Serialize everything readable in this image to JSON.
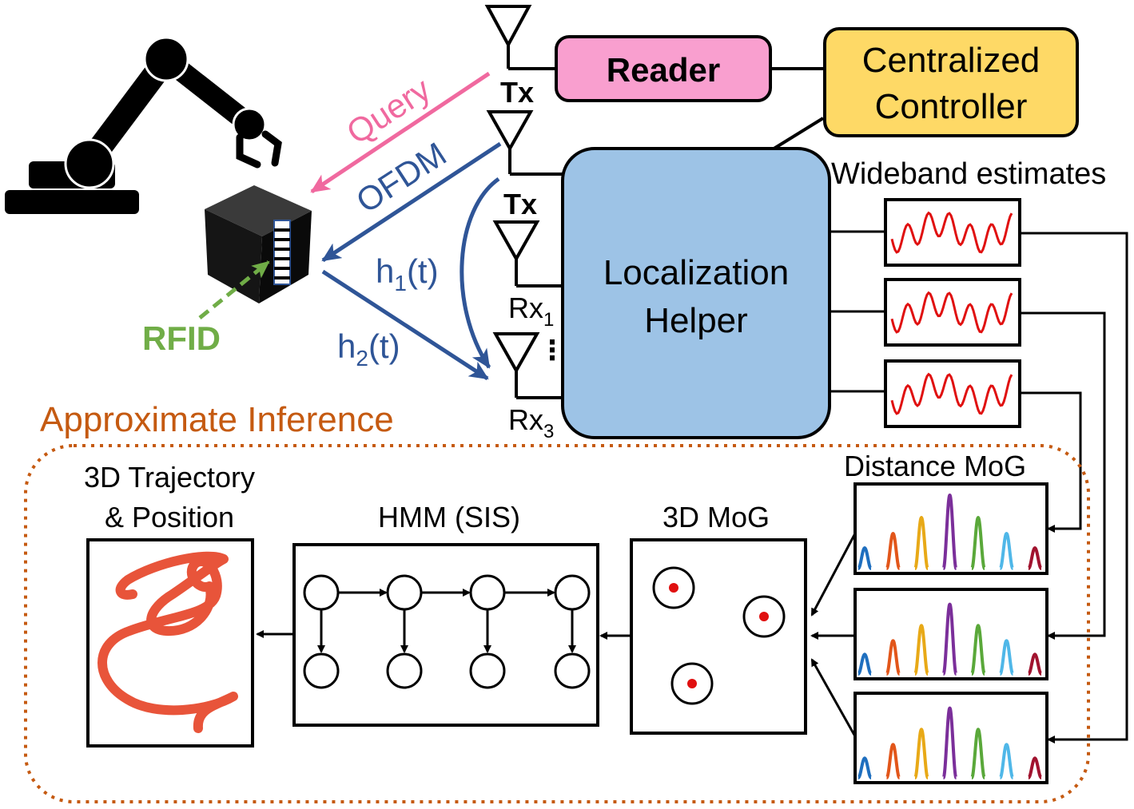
{
  "blocks": {
    "reader": "Reader",
    "controller_line1": "Centralized",
    "controller_line2": "Controller",
    "helper_line1": "Localization",
    "helper_line2": "Helper",
    "wideband": "Wideband estimates",
    "distance_mog": "Distance MoG",
    "mog3d": "3D MoG",
    "hmm": "HMM (SIS)",
    "trajectory_line1": "3D Trajectory",
    "trajectory_line2": "& Position",
    "approx": "Approximate Inference"
  },
  "signals": {
    "query": "Query",
    "ofdm": "OFDM",
    "rfid": "RFID",
    "h1": "h",
    "h1_sub": "1",
    "h1_tail": "(t)",
    "h2": "h",
    "h2_sub": "2",
    "h2_tail": "(t)"
  },
  "antennas": {
    "tx_a": "Tx",
    "tx_b": "Tx",
    "rx1": "Rx",
    "rx1_sub": "1",
    "rx3": "Rx",
    "rx3_sub": "3",
    "ellipsis": "⋮"
  },
  "colors": {
    "reader_fill": "#f99fcf",
    "controller_fill": "#fed966",
    "helper_fill": "#9dc3e6",
    "query": "#f0699f",
    "ofdm": "#2f5597",
    "rfid": "#70ad47",
    "approx": "#c55a11",
    "trajectory": "#e8543a",
    "wave": "#e01010",
    "peaks": [
      "#1f6fbf",
      "#e2561a",
      "#e8a917",
      "#7b2f9a",
      "#5aa83a",
      "#4fb7e8",
      "#a1132f"
    ]
  }
}
